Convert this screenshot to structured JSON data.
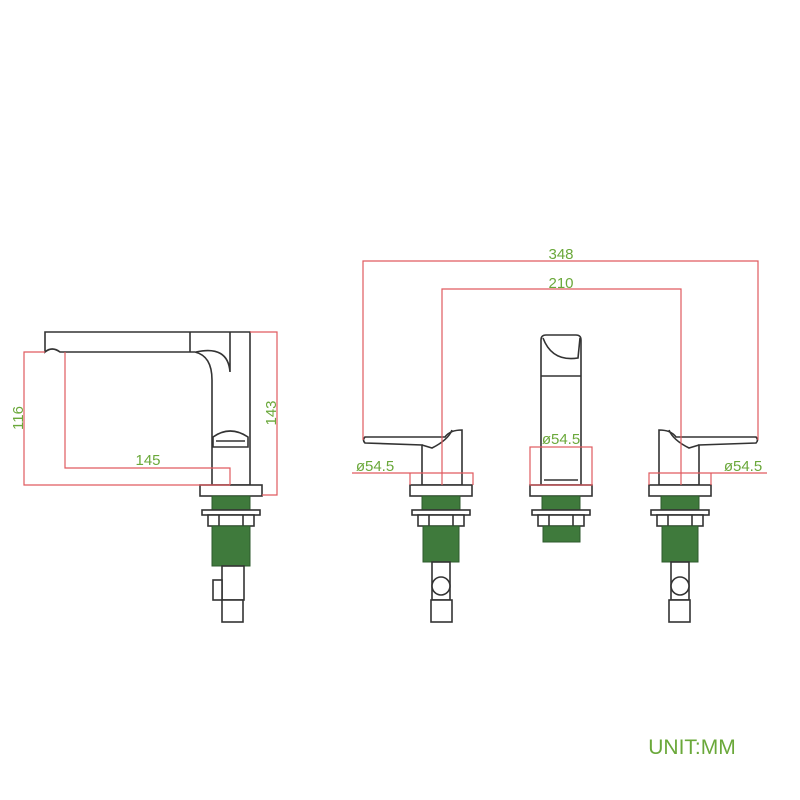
{
  "side_view": {
    "dim_spout_height": "116",
    "dim_spout_reach": "145",
    "dim_total_height": "143"
  },
  "front_view": {
    "dim_overall_width": "348",
    "dim_center_spacing": "210",
    "dim_left_base_diameter": "ø54.5",
    "dim_center_base_diameter": "ø54.5",
    "dim_right_base_diameter": "ø54.5"
  },
  "unit_label": "UNIT:MM",
  "colors": {
    "dimension": "#e05a5f",
    "label": "#6aa83a",
    "thread": "#3f7a3c"
  }
}
